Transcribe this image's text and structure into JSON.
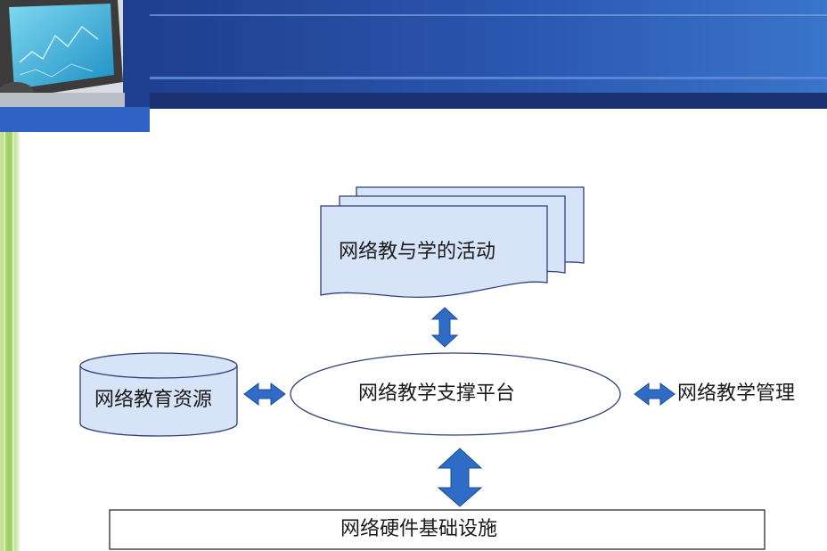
{
  "colors": {
    "banner_dark": "#1f3f8f",
    "banner_light": "#3a75c9",
    "accent_blue": "#2e63c4",
    "shape_fill": "#d7e3f6",
    "shape_stroke": "#2f3f7a",
    "arrow_fill": "#2f6cc6",
    "side_stripe": "#9dcd5a"
  },
  "icons": {
    "header_image": "computer-monitor-icon",
    "arrow": "double-arrow-icon"
  },
  "diagram": {
    "activities": "网络教与学的活动",
    "resources": "网络教育资源",
    "platform": "网络教学支撑平台",
    "management": "网络教学管理",
    "infrastructure": "网络硬件基础设施"
  }
}
